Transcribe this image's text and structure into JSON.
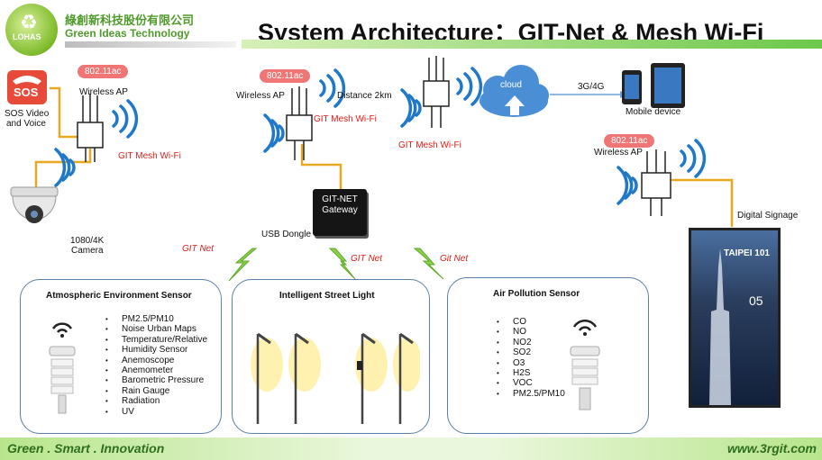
{
  "header": {
    "title": "System Architecture：GIT-Net & Mesh Wi-Fi",
    "company_cn": "綠創新科技股份有限公司",
    "company_en": "Green Ideas Technology",
    "logo_text": "LOHAS"
  },
  "access_points": [
    {
      "badge": "802.11ac",
      "label": "Wireless AP",
      "mesh": "GIT Mesh Wi-Fi"
    },
    {
      "badge": "802.11ac",
      "label": "Wireless AP",
      "mesh": "GIT Mesh Wi-Fi",
      "distance": "Distance 2km"
    },
    {
      "mesh": "GIT Mesh Wi-Fi"
    },
    {
      "badge": "802.11ac",
      "label": "Wireless AP"
    }
  ],
  "sos": {
    "label1": "SOS Video",
    "label2": "and Voice",
    "icon_text": "SOS"
  },
  "camera": {
    "label1": "1080/4K",
    "label2": "Camera"
  },
  "gateway": {
    "line1": "GIT-NET",
    "line2": "Gateway",
    "dongle": "USB Dongle"
  },
  "cloud": {
    "label": "cloud",
    "network": "3G/4G",
    "device": "Mobile device"
  },
  "signage": {
    "label": "Digital Signage",
    "screen_title": "TAIPEI 101",
    "screen_num": "05"
  },
  "links": {
    "left": "GIT Net",
    "mid": "GIT Net",
    "right": "Git Net"
  },
  "atmos": {
    "title": "Atmospheric Environment Sensor",
    "items": [
      "PM2.5/PM10",
      "Noise Urban Maps",
      "Temperature/Relative",
      "Humidity Sensor",
      "Anemoscope",
      "Anemometer",
      "Barometric Pressure",
      "Rain Gauge",
      "Radiation",
      "UV"
    ]
  },
  "street": {
    "title": "Intelligent Street Light"
  },
  "air": {
    "title": "Air Pollution Sensor",
    "items": [
      "CO",
      "NO",
      "NO2",
      "SO2",
      "O3",
      "H2S",
      "VOC",
      "PM2.5/PM10"
    ]
  },
  "footer": {
    "left": "Green . Smart . Innovation",
    "right": "www.3rgit.com"
  },
  "colors": {
    "accent_green": "#6cc84a",
    "badge_red": "#f07676",
    "link_yellow": "#e8a820",
    "box_border": "#5b7fa6"
  }
}
